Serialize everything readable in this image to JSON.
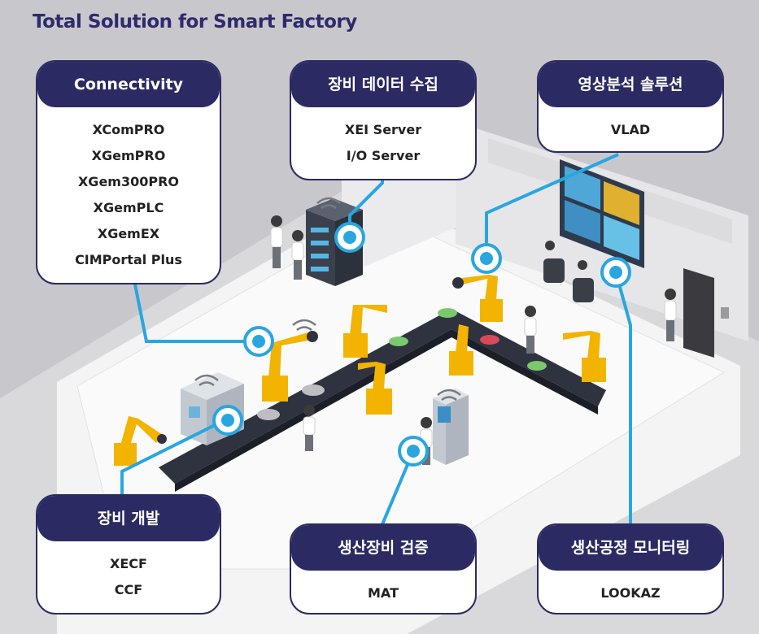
{
  "title": "Total Solution for Smart Factory",
  "accent_colors": {
    "navy": "#2b2a62",
    "connector_blue": "#29a6e0",
    "robot_yellow": "#f2b400",
    "floor": "#f4f4f4"
  },
  "cards": [
    {
      "header": "Connectivity",
      "items": [
        "XComPRO",
        "XGemPRO",
        "XGem300PRO",
        "XGemPLC",
        "XGemEX",
        "CIMPortal Plus"
      ]
    },
    {
      "header": "장비 데이터 수집",
      "items": [
        "XEI Server",
        "I/O Server"
      ]
    },
    {
      "header": "영상분석 솔루션",
      "items": [
        "VLAD"
      ]
    },
    {
      "header": "장비 개발",
      "items": [
        "XECF",
        "CCF"
      ]
    },
    {
      "header": "생산장비 검증",
      "items": [
        "MAT"
      ]
    },
    {
      "header": "생산공정 모니터링",
      "items": [
        "LOOKAZ"
      ]
    }
  ]
}
